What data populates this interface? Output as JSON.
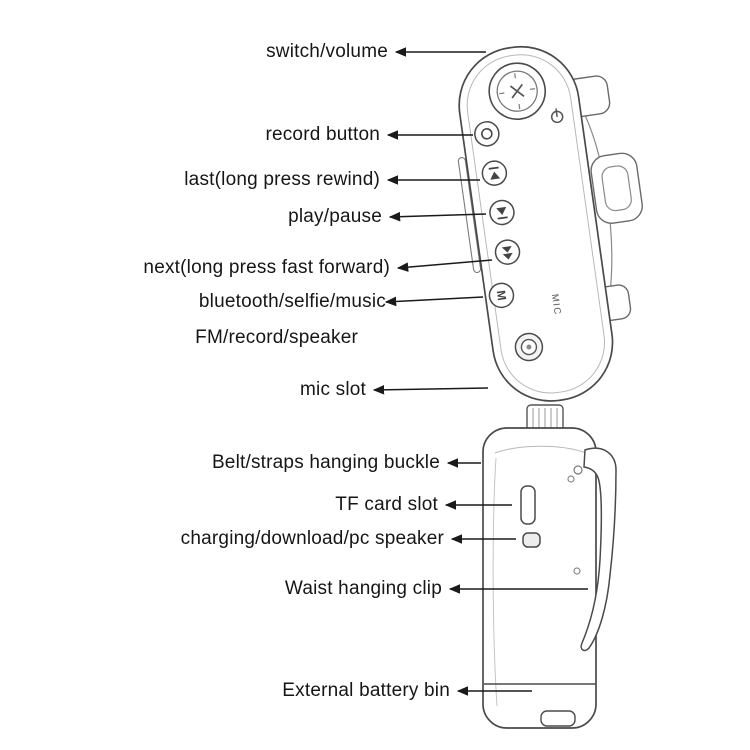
{
  "colors": {
    "background": "#ffffff",
    "line": "#4a4a4a",
    "text": "#161616"
  },
  "callouts": {
    "switch_volume": "switch/volume",
    "record_button": "record button",
    "last": "last(long press rewind)",
    "play_pause": "play/pause",
    "next": "next(long press fast forward)",
    "multi_function_line1": "bluetooth/selfie/music",
    "multi_function_line2": "FM/record/speaker",
    "mic_slot": "mic slot",
    "belt_buckle": "Belt/straps hanging buckle",
    "tf_card_slot": "TF card slot",
    "charging_port": "charging/download/pc speaker",
    "waist_clip": "Waist hanging clip",
    "battery_bin": "External battery bin"
  },
  "device": {
    "mic_print": "MIC",
    "mode_button_letter": "M"
  },
  "icons": {
    "volume_knob": "rotary-knob-icon",
    "power": "power-icon",
    "record": "record-ring-icon",
    "previous": "skip-previous-icon",
    "play_pause": "play-pause-icon",
    "next": "skip-next-icon",
    "mode": "mode-m-icon",
    "mic_jack": "mic-jack-icon"
  }
}
